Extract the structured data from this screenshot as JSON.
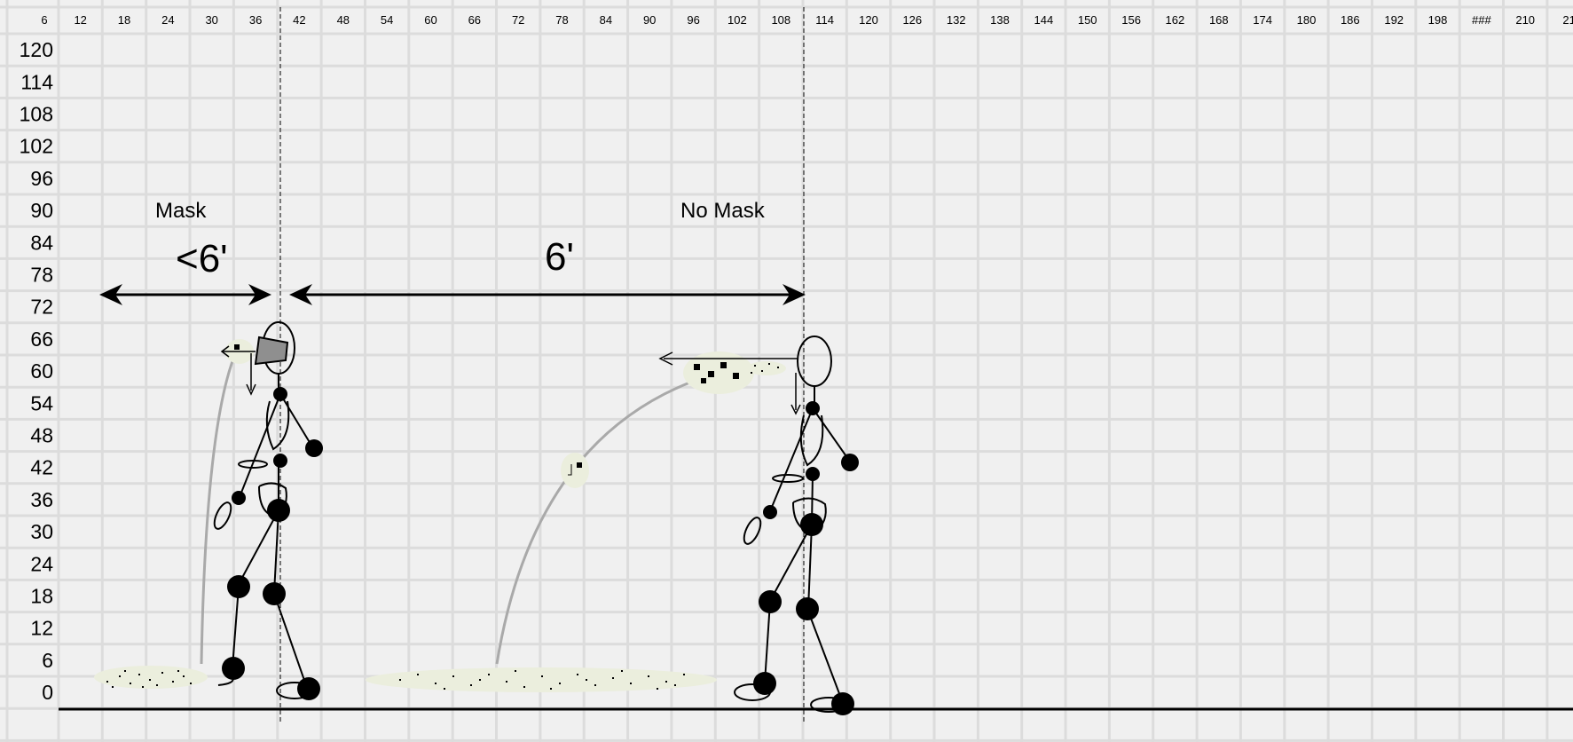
{
  "column_headers": [
    "6",
    "12",
    "18",
    "24",
    "30",
    "36",
    "42",
    "48",
    "54",
    "60",
    "66",
    "72",
    "78",
    "84",
    "90",
    "96",
    "102",
    "108",
    "114",
    "120",
    "126",
    "132",
    "138",
    "144",
    "150",
    "156",
    "162",
    "168",
    "174",
    "180",
    "186",
    "192",
    "198",
    "###",
    "210",
    "21"
  ],
  "row_labels": [
    "120",
    "114",
    "108",
    "102",
    "96",
    "90",
    "84",
    "78",
    "72",
    "66",
    "60",
    "54",
    "48",
    "42",
    "36",
    "30",
    "24",
    "18",
    "12",
    "6",
    "0"
  ],
  "labels": {
    "left_scenario": "Mask",
    "right_scenario": "No Mask",
    "left_distance": "<6'",
    "right_distance": "6'"
  },
  "colors": {
    "background": "#f0f0f0",
    "grid_line": "#dcdcdc",
    "ink": "#000000",
    "trajectory": "#a9a9a9",
    "droplet_fill": "#ebeedd",
    "mask_fill": "#8f8f8f"
  },
  "icons": {
    "left_person": "stick-figure-walking-icon",
    "right_person": "stick-figure-walking-icon",
    "mask": "face-mask-icon",
    "droplet": "droplet-cloud-icon"
  }
}
